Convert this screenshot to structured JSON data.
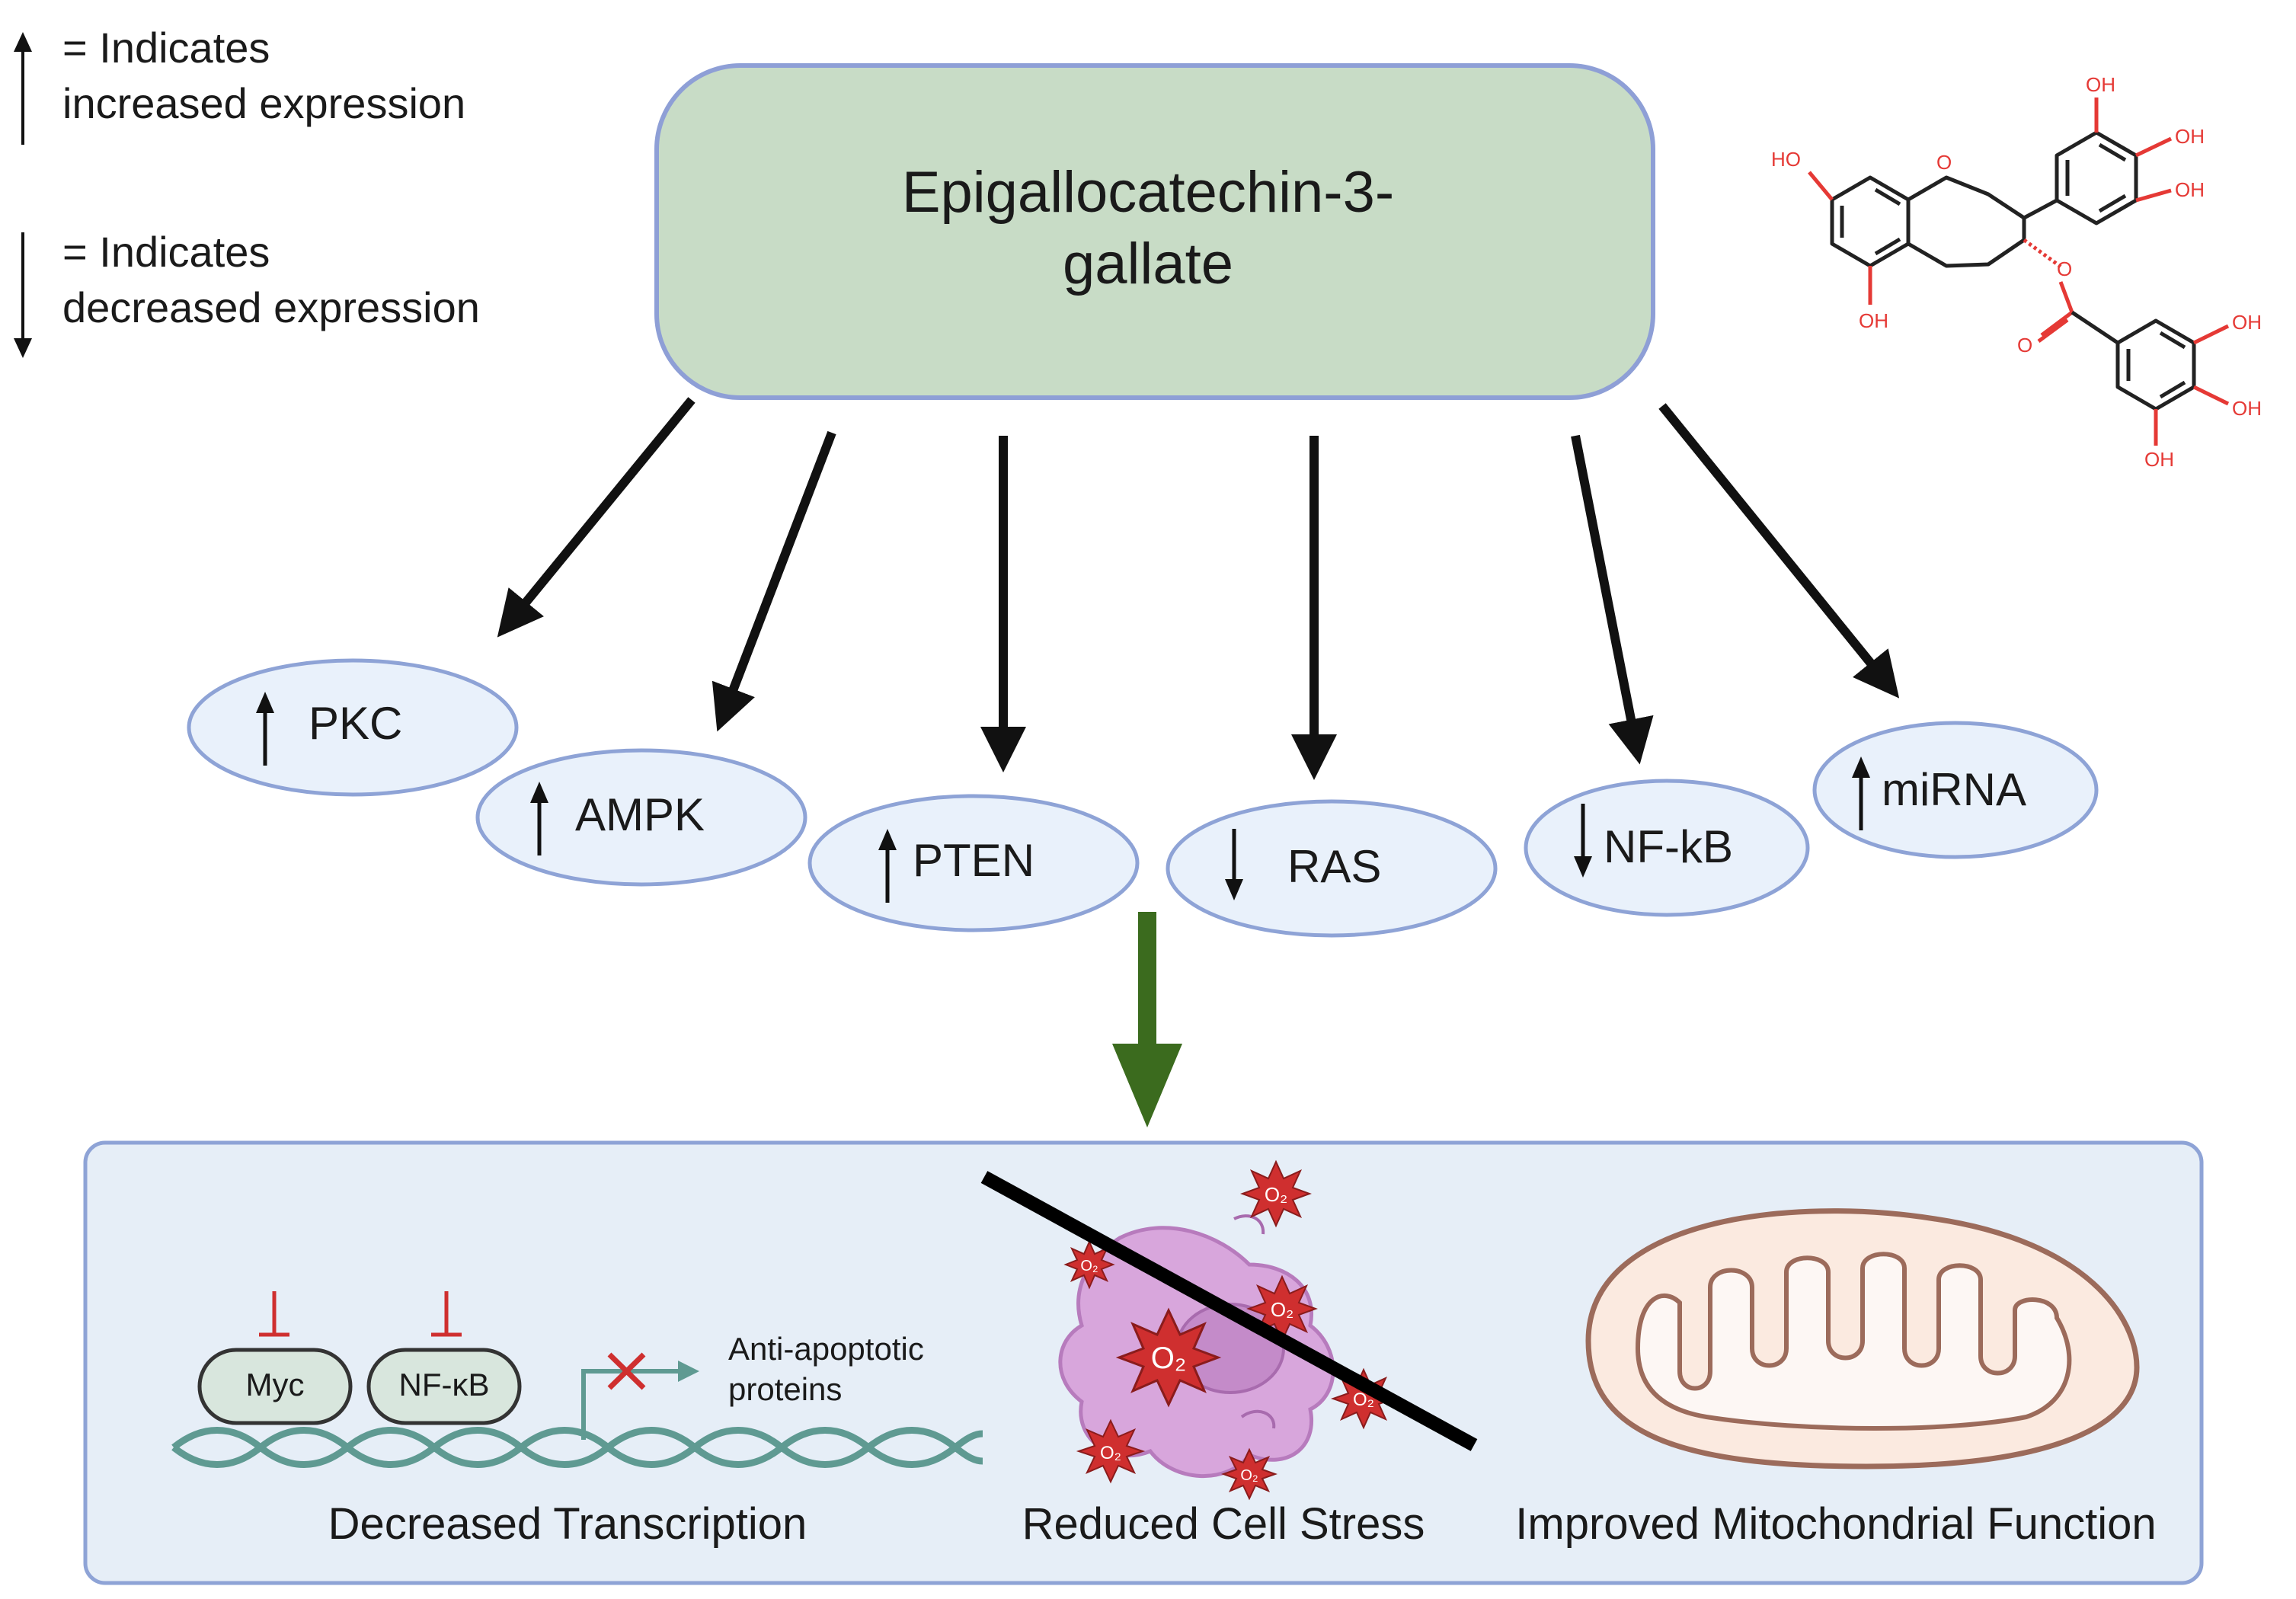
{
  "legend": {
    "up_line1": "= Indicates",
    "up_line2": "increased expression",
    "down_line1": "= Indicates",
    "down_line2": "decreased expression"
  },
  "compound": {
    "line1": "Epigallocatechin-3-",
    "line2": "gallate",
    "fill": "#c8dcc6",
    "stroke": "#8e9fd6"
  },
  "targets": [
    {
      "label": "PKC",
      "direction": "up"
    },
    {
      "label": "AMPK",
      "direction": "up"
    },
    {
      "label": "PTEN",
      "direction": "up"
    },
    {
      "label": "RAS",
      "direction": "down"
    },
    {
      "label": "NF-kB",
      "direction": "down"
    },
    {
      "label": "miRNA",
      "direction": "up"
    }
  ],
  "molecule_atoms": {
    "ho_left": "HO",
    "o_ring": "O",
    "oh_top": "OH",
    "oh_b_upper": "OH",
    "oh_b_lower": "OH",
    "oh_a_bottom": "OH",
    "o_ester": "O",
    "o_carbonyl": "O",
    "oh_c_upper": "OH",
    "oh_c_mid": "OH",
    "oh_c_bottom": "OH"
  },
  "outcomes": {
    "transcription": {
      "myc": "Myc",
      "nfkb": "NF-κB",
      "target": "Anti-apoptotic",
      "target2": "proteins",
      "caption": "Decreased Transcription"
    },
    "cell_stress": {
      "ros_label": "O₂",
      "caption": "Reduced Cell Stress"
    },
    "mitochondria": {
      "caption": "Improved Mitochondrial Function"
    }
  },
  "colors": {
    "ellipse_fill": "#e9f1fb",
    "ellipse_stroke": "#8ea3d6",
    "panel_fill": "#e6eef7",
    "green_arrow": "#3b6b1e",
    "ros_red": "#cf2f2f",
    "cell_purple": "#d8a6dc"
  }
}
